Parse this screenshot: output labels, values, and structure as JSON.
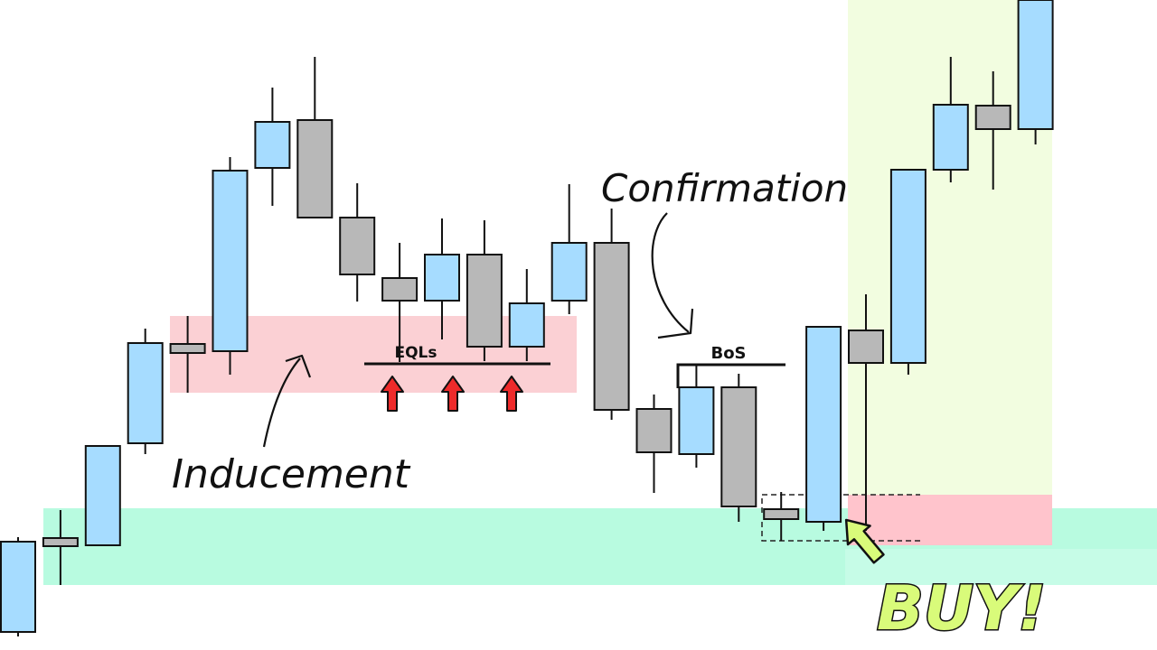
{
  "labels": {
    "eqls": "EQLs",
    "bos": "BoS",
    "inducement": "Inducement",
    "confirmation": "Confirmation",
    "buy": "BUY!"
  },
  "colors": {
    "bull": "#a6dcff",
    "bear": "#b8b8b8",
    "outline": "#111111",
    "demand_zone": "#b8fbe0",
    "supply_zone": "#fbd0d4",
    "entry_zone": "#ffc4cc",
    "target_zone": "#f2fde0",
    "arrow_red": "#ee2a2a",
    "buy_fill": "#d9fb7a"
  },
  "icons": {
    "eql_arrow": "up-arrow-icon",
    "buy_arrow": "up-left-arrow-icon"
  },
  "chart_data": {
    "type": "candlestick",
    "candles": [
      {
        "dir": "bull",
        "open": 600,
        "close": 700,
        "high": 595,
        "low": 705
      },
      {
        "dir": "bear",
        "open": 596,
        "close": 605,
        "high": 565,
        "low": 648
      },
      {
        "dir": "bull",
        "open": 604,
        "close": 494,
        "high": 494,
        "low": 604
      },
      {
        "dir": "bull",
        "open": 491,
        "close": 380,
        "high": 364,
        "low": 503
      },
      {
        "dir": "bear",
        "open": 381,
        "close": 391,
        "high": 350,
        "low": 435
      },
      {
        "dir": "bull",
        "open": 389,
        "close": 189,
        "high": 174,
        "low": 415
      },
      {
        "dir": "bull",
        "open": 186,
        "close": 135,
        "high": 97,
        "low": 228
      },
      {
        "dir": "bear",
        "open": 133,
        "close": 241,
        "high": 63,
        "low": 241
      },
      {
        "dir": "bear",
        "open": 241,
        "close": 304,
        "high": 203,
        "low": 334
      },
      {
        "dir": "bear",
        "open": 308,
        "close": 333,
        "high": 269,
        "low": 401
      },
      {
        "dir": "bull",
        "open": 333,
        "close": 282,
        "high": 242,
        "low": 376
      },
      {
        "dir": "bear",
        "open": 282,
        "close": 384,
        "high": 244,
        "low": 400
      },
      {
        "dir": "bull",
        "open": 384,
        "close": 336,
        "high": 298,
        "low": 400
      },
      {
        "dir": "bull",
        "open": 333,
        "close": 269,
        "high": 204,
        "low": 348
      },
      {
        "dir": "bear",
        "open": 269,
        "close": 454,
        "high": 231,
        "low": 465
      },
      {
        "dir": "bear",
        "open": 453,
        "close": 501,
        "high": 437,
        "low": 546
      },
      {
        "dir": "bull",
        "open": 503,
        "close": 429,
        "high": 405,
        "low": 518
      },
      {
        "dir": "bear",
        "open": 429,
        "close": 561,
        "high": 414,
        "low": 578
      },
      {
        "dir": "bear",
        "open": 564,
        "close": 575,
        "high": 545,
        "low": 599
      },
      {
        "dir": "bull",
        "open": 578,
        "close": 362,
        "high": 362,
        "low": 588
      },
      {
        "dir": "bear",
        "open": 366,
        "close": 402,
        "high": 326,
        "low": 588
      },
      {
        "dir": "bull",
        "open": 402,
        "close": 188,
        "high": 188,
        "low": 415
      },
      {
        "dir": "bull",
        "open": 188,
        "close": 116,
        "high": 63,
        "low": 202
      },
      {
        "dir": "bear",
        "open": 117,
        "close": 143,
        "high": 79,
        "low": 210
      },
      {
        "dir": "bull",
        "open": 143,
        "close": 0,
        "high": 0,
        "low": 160
      }
    ]
  }
}
